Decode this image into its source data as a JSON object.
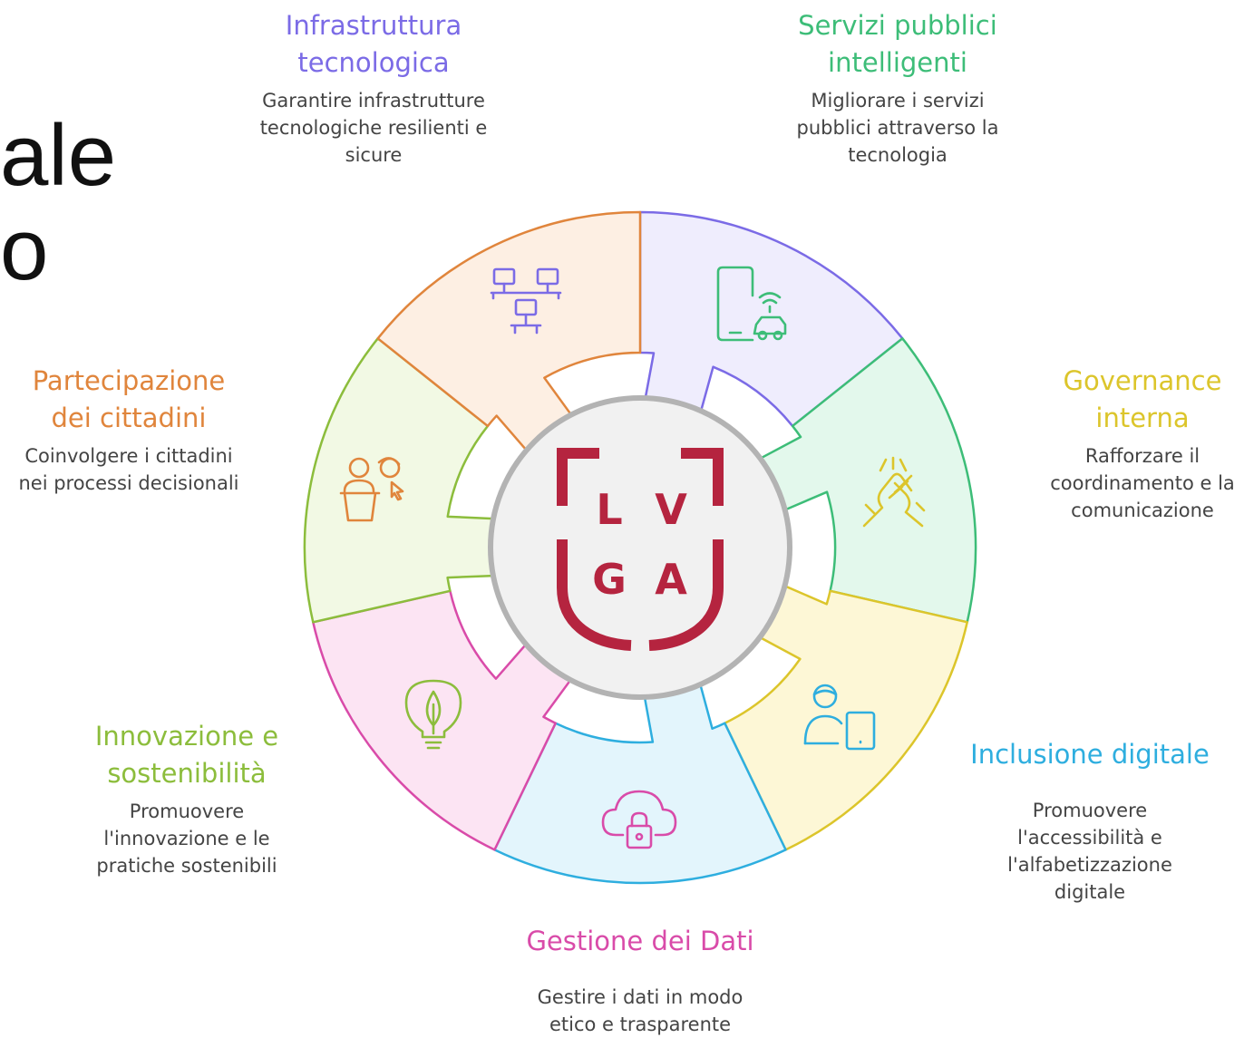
{
  "partial_heading": [
    "ale",
    "o"
  ],
  "logo": {
    "letters": [
      "L",
      "V",
      "G",
      "A"
    ],
    "color": "#b5243f",
    "name": "LVGA-shield-logo"
  },
  "center": {
    "fill": "#f1f1f1",
    "stroke": "#b3b3b3"
  },
  "segments": [
    {
      "id": "infrastruttura",
      "title": [
        "Infrastruttura",
        "tecnologica"
      ],
      "description": [
        "Garantire infrastrutture",
        "tecnologiche resilienti e",
        "sicure"
      ],
      "color": "#7b6be6",
      "fill": "#efedfd",
      "icon": "computer-network-icon"
    },
    {
      "id": "servizi",
      "title": [
        "Servizi pubblici",
        "intelligenti"
      ],
      "description": [
        "Migliorare i servizi",
        "pubblici attraverso la",
        "tecnologia"
      ],
      "color": "#3dbd78",
      "fill": "#e3f8ec",
      "icon": "smartphone-smart-car-icon"
    },
    {
      "id": "governance",
      "title": [
        "Governance",
        "interna"
      ],
      "description": [
        "Rafforzare il",
        "coordinamento e la",
        "comunicazione"
      ],
      "color": "#dcc52b",
      "fill": "#fdf7d6",
      "icon": "hands-together-icon"
    },
    {
      "id": "inclusione",
      "title": [
        "Inclusione digitale"
      ],
      "description": [
        "Promuovere",
        "l'accessibilità e",
        "l'alfabetizzazione",
        "digitale"
      ],
      "color": "#2eaedf",
      "fill": "#e3f5fc",
      "icon": "person-tablet-icon"
    },
    {
      "id": "dati",
      "title": [
        "Gestione dei Dati"
      ],
      "description": [
        "Gestire i dati in modo",
        "etico e trasparente"
      ],
      "color": "#d94ba9",
      "fill": "#fce4f3",
      "icon": "cloud-lock-icon"
    },
    {
      "id": "innovazione",
      "title": [
        "Innovazione e",
        "sostenibilità"
      ],
      "description": [
        "Promuovere",
        "l'innovazione e le",
        "pratiche sostenibili"
      ],
      "color": "#8cbd3c",
      "fill": "#f2f9e4",
      "icon": "leaf-lightbulb-icon"
    },
    {
      "id": "partecipazione",
      "title": [
        "Partecipazione",
        "dei cittadini"
      ],
      "description": [
        "Coinvolgere i cittadini",
        "nei processi decisionali"
      ],
      "color": "#e0853c",
      "fill": "#fdefe3",
      "icon": "citizens-podium-icon"
    }
  ]
}
